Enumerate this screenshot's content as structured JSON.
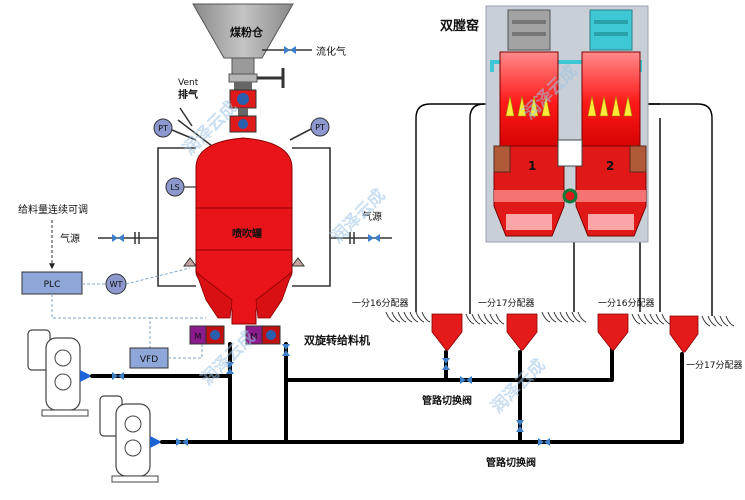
{
  "labels": {
    "coal_bin": "煤粉仓",
    "fluidizing_gas": "流化气",
    "vent_en": "Vent",
    "vent_cn": "排气",
    "kiln_title": "双膛窑",
    "chamber_1": "1",
    "chamber_2": "2",
    "feed_note": "给料量连续可调",
    "gas_source_left": "气源",
    "gas_source_right": "气源",
    "tank": "喷吹罐",
    "feeder": "双旋转给料机",
    "dist_16_a": "一分16分配器",
    "dist_17_a": "一分17分配器",
    "dist_16_b": "一分16分配器",
    "dist_17_b": "一分17分配器",
    "switch_valve_1": "管路切换阀",
    "switch_valve_2": "管路切换阀"
  },
  "instruments": {
    "pt_left": "PT",
    "pt_right": "PT",
    "ls": "LS",
    "wt": "WT",
    "plc": "PLC",
    "vfd": "VFD",
    "motor_left": "M",
    "motor_right": "M"
  },
  "watermark": "润泽云成",
  "colors": {
    "tank_red": "#e8141a",
    "hopper_gray": "#a6a6a6",
    "distributor_red": "#e51a1a",
    "kiln_panel": "#c9cfd6",
    "motor_purple": "#8b1a8c",
    "instrument_fill": "#8d98cf",
    "plc_fill": "#8fa6d9",
    "arrow_blue": "#1e63d6",
    "kiln_cyan": "#3ec8d6"
  }
}
